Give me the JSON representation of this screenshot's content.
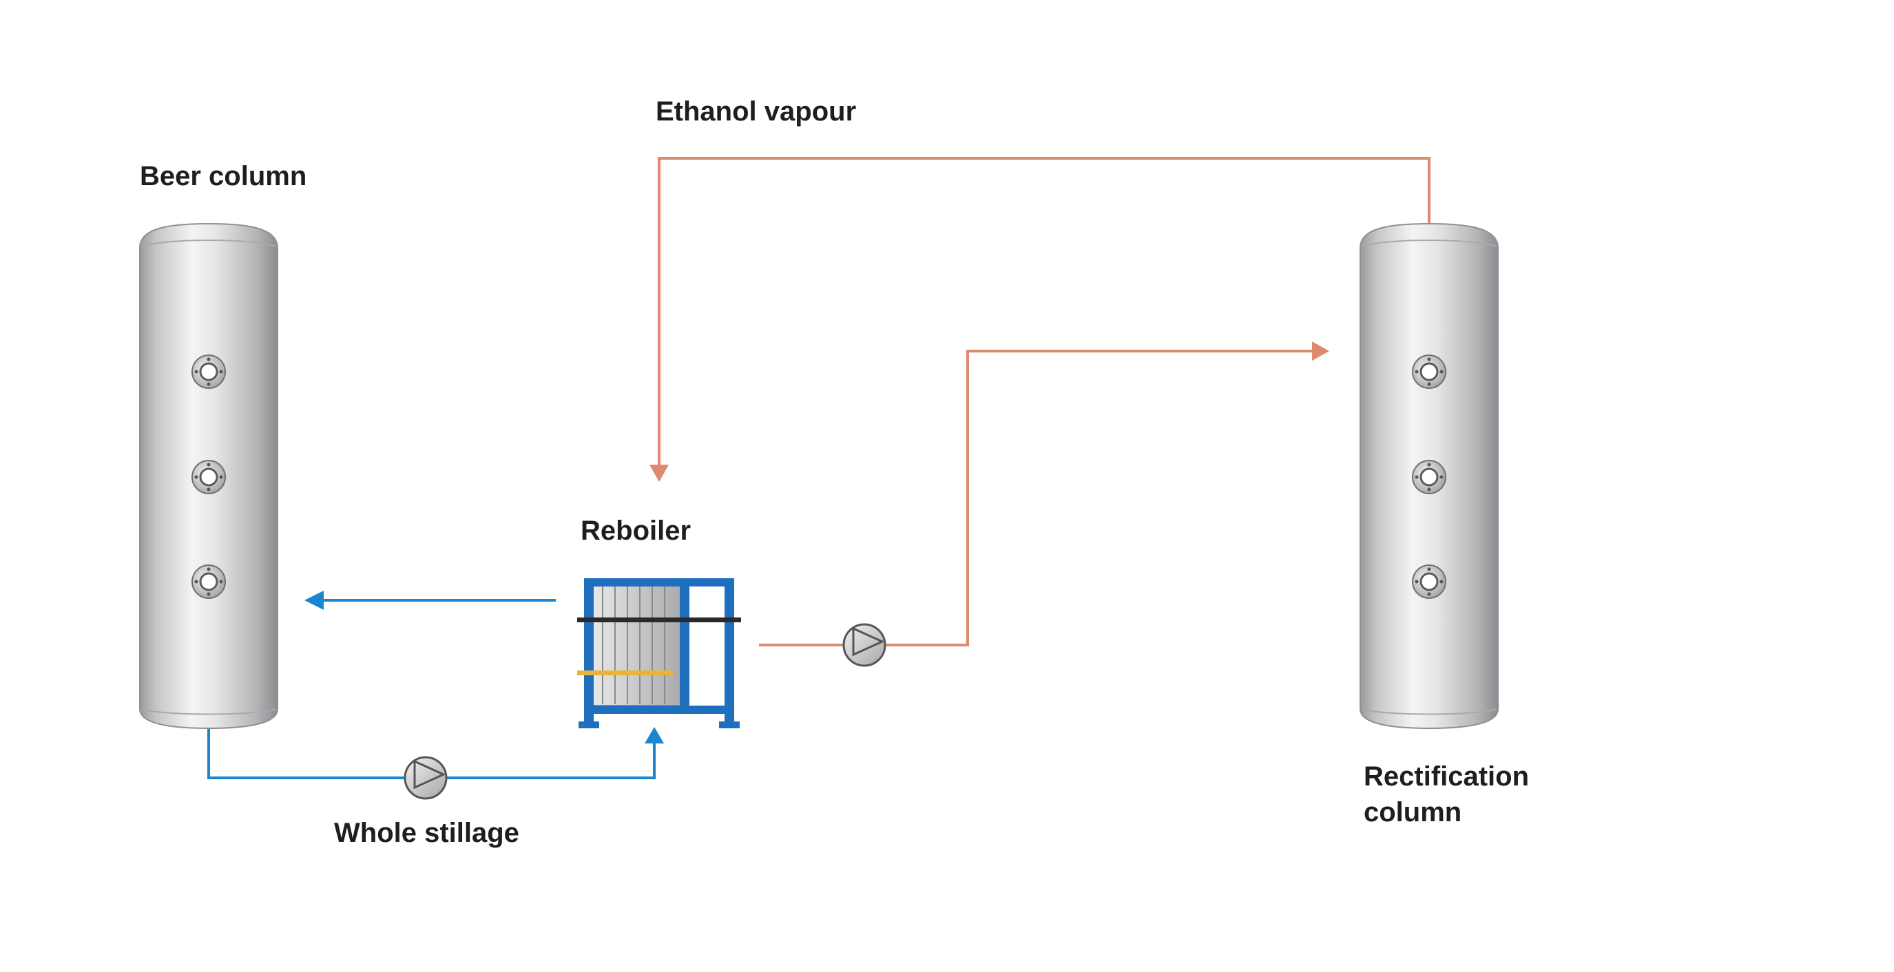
{
  "labels": {
    "ethanol_vapour": "Ethanol vapour",
    "beer_column": "Beer column",
    "reboiler": "Reboiler",
    "whole_stillage": "Whole stillage",
    "rectification_column_line1": "Rectification",
    "rectification_column_line2": "column"
  },
  "colors": {
    "vapour_line": "#dd8a6e",
    "stillage_line": "#1a86cf",
    "reboiler_frame": "#1f6fbf",
    "reboiler_bar_dark": "#2a2a2a",
    "reboiler_bar_yellow": "#e8b53a",
    "text": "#1e1e1e"
  },
  "icons": [
    "column-vessel",
    "sight-glass-nozzle",
    "pump-symbol",
    "plate-heat-exchanger"
  ]
}
